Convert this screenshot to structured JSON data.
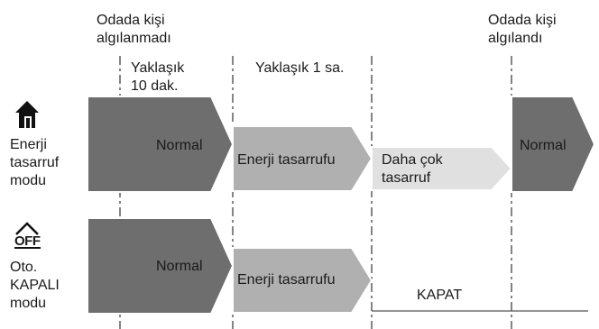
{
  "event_labels": {
    "not_detected": "Odada kişi algılanmadı",
    "detected": "Odada kişi algılandı"
  },
  "interval_labels": {
    "first": "Yaklaşık 10 dak.",
    "second": "Yaklaşık 1 sa."
  },
  "modes": {
    "energy_saving": {
      "icon": "house-icon",
      "label": "Enerji tasarruf modu",
      "segments": {
        "normal": "Normal",
        "energy_saving": "Enerji tasarrufu",
        "more_saving": "Daha çok tasarruf",
        "normal_again": "Normal"
      }
    },
    "auto_off": {
      "icon": "off-icon",
      "icon_text": "OFF",
      "label": "Oto. KAPALI modu",
      "segments": {
        "normal": "Normal",
        "energy_saving": "Enerji tasarrufu",
        "off": "KAPAT"
      }
    }
  },
  "colors": {
    "dark_fill": "#6e6e6e",
    "medium_fill": "#b0b0b0",
    "light_fill": "#e0e0e0",
    "outline": "#ffffff",
    "dash": "#333333"
  }
}
